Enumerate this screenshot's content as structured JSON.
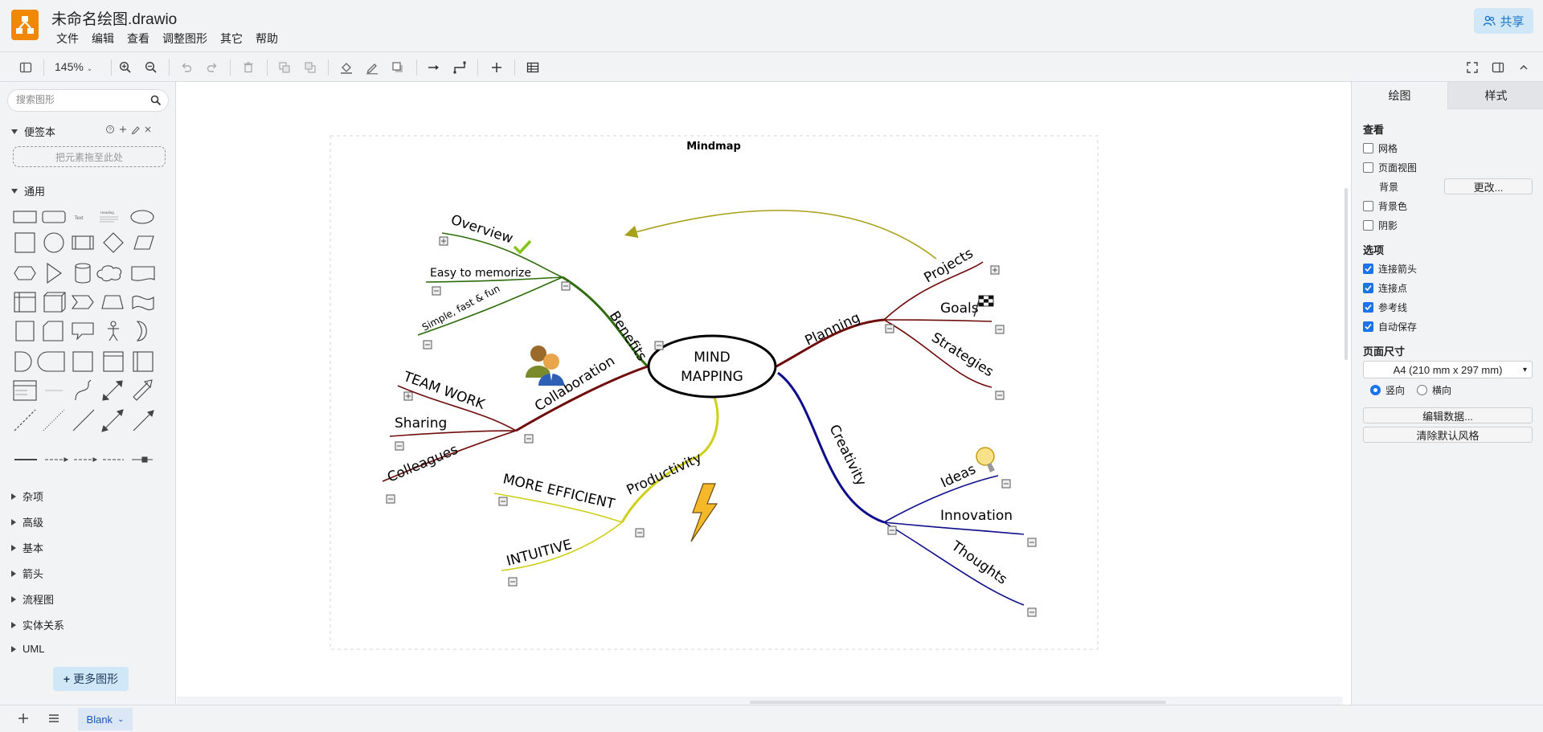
{
  "app": {
    "title": "未命名绘图.drawio",
    "share_label": "共享",
    "menu": [
      "文件",
      "编辑",
      "查看",
      "调整图形",
      "其它",
      "帮助"
    ]
  },
  "toolbar": {
    "zoom": "145%"
  },
  "sidebar": {
    "search_placeholder": "搜索图形",
    "scratchpad": "便签本",
    "drop_here": "把元素拖至此处",
    "general": "通用",
    "sample_text": "Text",
    "sample_heading": "Heading",
    "categories": [
      "杂项",
      "高级",
      "基本",
      "箭头",
      "流程图",
      "实体关系",
      "UML"
    ],
    "more_shapes": "更多图形"
  },
  "diagram": {
    "title": "Mindmap",
    "center": [
      "MIND",
      "MAPPING"
    ],
    "branches": {
      "benefits": "Benefits",
      "collaboration": "Collaboration",
      "productivity": "Productivity",
      "planning": "Planning",
      "creativity": "Creativity"
    },
    "leaves": {
      "overview": "Overview",
      "easy": "Easy to memorize",
      "simple": "Simple, fast & fun",
      "teamwork": "TEAM WORK",
      "sharing": "Sharing",
      "colleagues": "Colleagues",
      "efficient": "MORE EFFICIENT",
      "intuitive": "INTUITIVE",
      "projects": "Projects",
      "goals": "Goals",
      "strategies": "Strategies",
      "ideas": "Ideas",
      "innovation": "Innovation",
      "thoughts": "Thoughts"
    },
    "colors": {
      "benefits": "#2e6b0a",
      "collaboration": "#6e0c0c",
      "productivity": "#cfcf1a",
      "planning": "#6e0c0c",
      "creativity": "#0d0d8c",
      "curve_arrow": "#a8a018"
    }
  },
  "panel": {
    "tabs": [
      "绘图",
      "样式"
    ],
    "view_heading": "查看",
    "view_checks": [
      {
        "label": "网格",
        "checked": false
      },
      {
        "label": "页面视图",
        "checked": false
      }
    ],
    "background_label": "背景",
    "change_button": "更改...",
    "bg_checks": [
      {
        "label": "背景色",
        "checked": false
      },
      {
        "label": "阴影",
        "checked": false
      }
    ],
    "options_heading": "选项",
    "options": [
      {
        "label": "连接箭头",
        "checked": true
      },
      {
        "label": "连接点",
        "checked": true
      },
      {
        "label": "参考线",
        "checked": true
      },
      {
        "label": "自动保存",
        "checked": true
      }
    ],
    "page_size_heading": "页面尺寸",
    "page_size": "A4 (210 mm x 297 mm)",
    "portrait": "竖向",
    "landscape": "横向",
    "orientation": "portrait",
    "edit_data": "编辑数据...",
    "clear_style": "清除默认风格"
  },
  "bottom": {
    "page_tab": "Blank"
  }
}
